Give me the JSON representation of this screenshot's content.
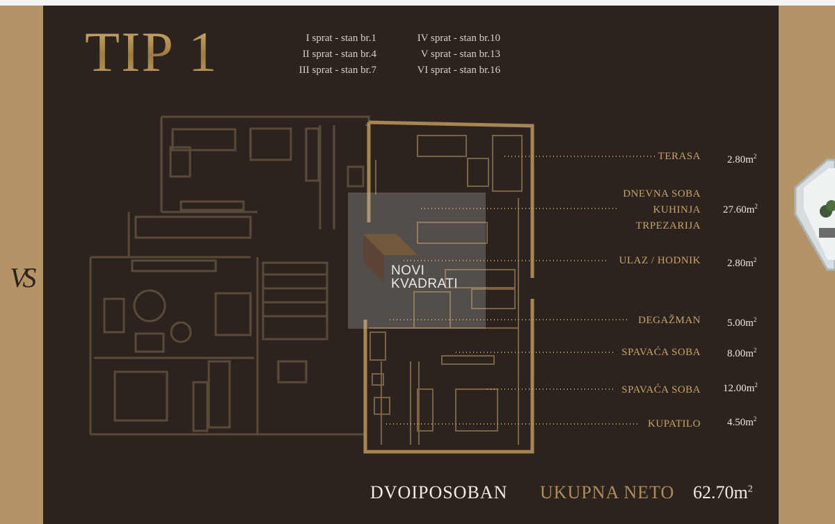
{
  "title": "TIP 1",
  "logo_text": "VS",
  "floors_left": [
    "I sprat - stan br.1",
    "II sprat - stan br.4",
    "III sprat - stan br.7"
  ],
  "floors_right": [
    "IV sprat - stan br.10",
    "V sprat - stan br.13",
    "VI sprat - stan br.16"
  ],
  "rooms": [
    {
      "label": "TERASA",
      "area": "2.80m",
      "unit_exp": "2"
    },
    {
      "label_lines": [
        "DNEVNA SOBA",
        "KUHINJA",
        "TRPEZARIJA"
      ],
      "area": "27.60m",
      "unit_exp": "2"
    },
    {
      "label": "ULAZ / HODNIK",
      "area": "2.80m",
      "unit_exp": "2"
    },
    {
      "label": "DEGAŽMAN",
      "area": "5.00m",
      "unit_exp": "2"
    },
    {
      "label": "SPAVAĆA SOBA",
      "area": "8.00m",
      "unit_exp": "2"
    },
    {
      "label": "SPAVAĆA SOBA",
      "area": "12.00m",
      "unit_exp": "2"
    },
    {
      "label": "KUPATILO",
      "area": "4.50m",
      "unit_exp": "2"
    }
  ],
  "apartment_type": "DVOIPOSOBAN",
  "total_label": "UKUPNA NETO",
  "total_value": "62.70m",
  "total_unit_exp": "2",
  "watermark": {
    "line1": "NOVI",
    "line2": "KVADRATI"
  },
  "colors": {
    "background": "#2c231f",
    "accent_gold": "#b49467",
    "label_gold": "#c8a46a",
    "highlight_wall": "#b08d58"
  }
}
